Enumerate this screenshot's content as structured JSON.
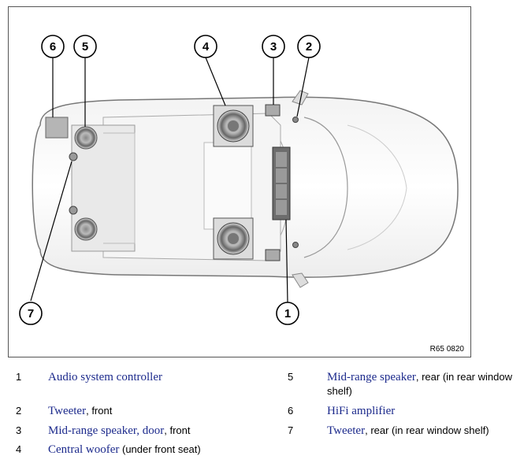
{
  "figure_ref": "R65 0820",
  "callouts": [
    "1",
    "2",
    "3",
    "4",
    "5",
    "6",
    "7"
  ],
  "legend": [
    {
      "num": "1",
      "name": "Audio system controller",
      "detail": ""
    },
    {
      "num": "2",
      "name": "Tweeter",
      "detail": ", front"
    },
    {
      "num": "3",
      "name": "Mid-range speaker, door",
      "detail": ", front"
    },
    {
      "num": "4",
      "name": "Central woofer",
      "detail": " (under front seat)"
    },
    {
      "num": "5",
      "name": "Mid-range speaker",
      "detail": ", rear (in rear window shelf)"
    },
    {
      "num": "6",
      "name": "HiFi amplifier",
      "detail": ""
    },
    {
      "num": "7",
      "name": "Tweeter",
      "detail": ", rear (in rear window shelf)"
    }
  ]
}
